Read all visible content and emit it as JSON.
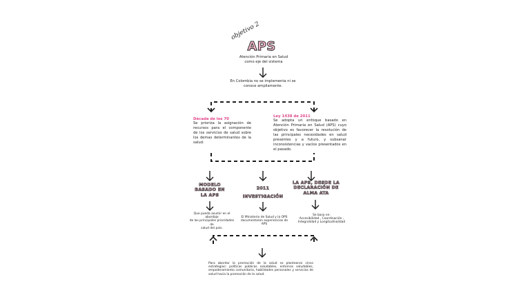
{
  "header": {
    "script_label": "objetivo 2",
    "title": "APS",
    "subtitle": "Atención Primaria en Salud\ncomo eje del sistema"
  },
  "intro": "En Colombia no se implementa ni se\nconoce ampliamente.",
  "left_block": {
    "label": "Década de los 70",
    "text": "Se prioriza la asignación de recursos para el componente de los servicios de salud sobre los demas determinantes de la salud."
  },
  "right_block": {
    "label": "Ley 1438 de 2011",
    "text": "Se adopta un enfoque basado en Atención Primaria en Salud (APS) cuyo objetivo es favorecer la resolución de las principales necesidades en salud presentes y a futuro, y subsanar inconsistencias y vacíos presentados en el pasado."
  },
  "branches": [
    {
      "title": "MODELO\nBASADO EN\nLA APS",
      "text": "Que pueda asumir en el abordaje\nde las principales prioridades de\nsalud del pais."
    },
    {
      "title": "2011\nINVESTIGACIÓN",
      "text": "El Ministerio de Salud y la OPS\ndocumentaron experiencias de\nAPS"
    },
    {
      "title": "LA APS, DESDE LA\nDECLARACIÓN DE\nALMA ATA",
      "text": "Se basa en:\nAccesibilidad , Coordinación ,\nIntegralidad y  Longitudinalidad"
    }
  ],
  "conclusion": "Para abordar la promoción de la salud se plantearon cinco estrategias: políticas públicas saludables, entornos saludables, empoderamiento comunitario, habilidades personales y servicios de salud hacia la promoción de la salud."
}
